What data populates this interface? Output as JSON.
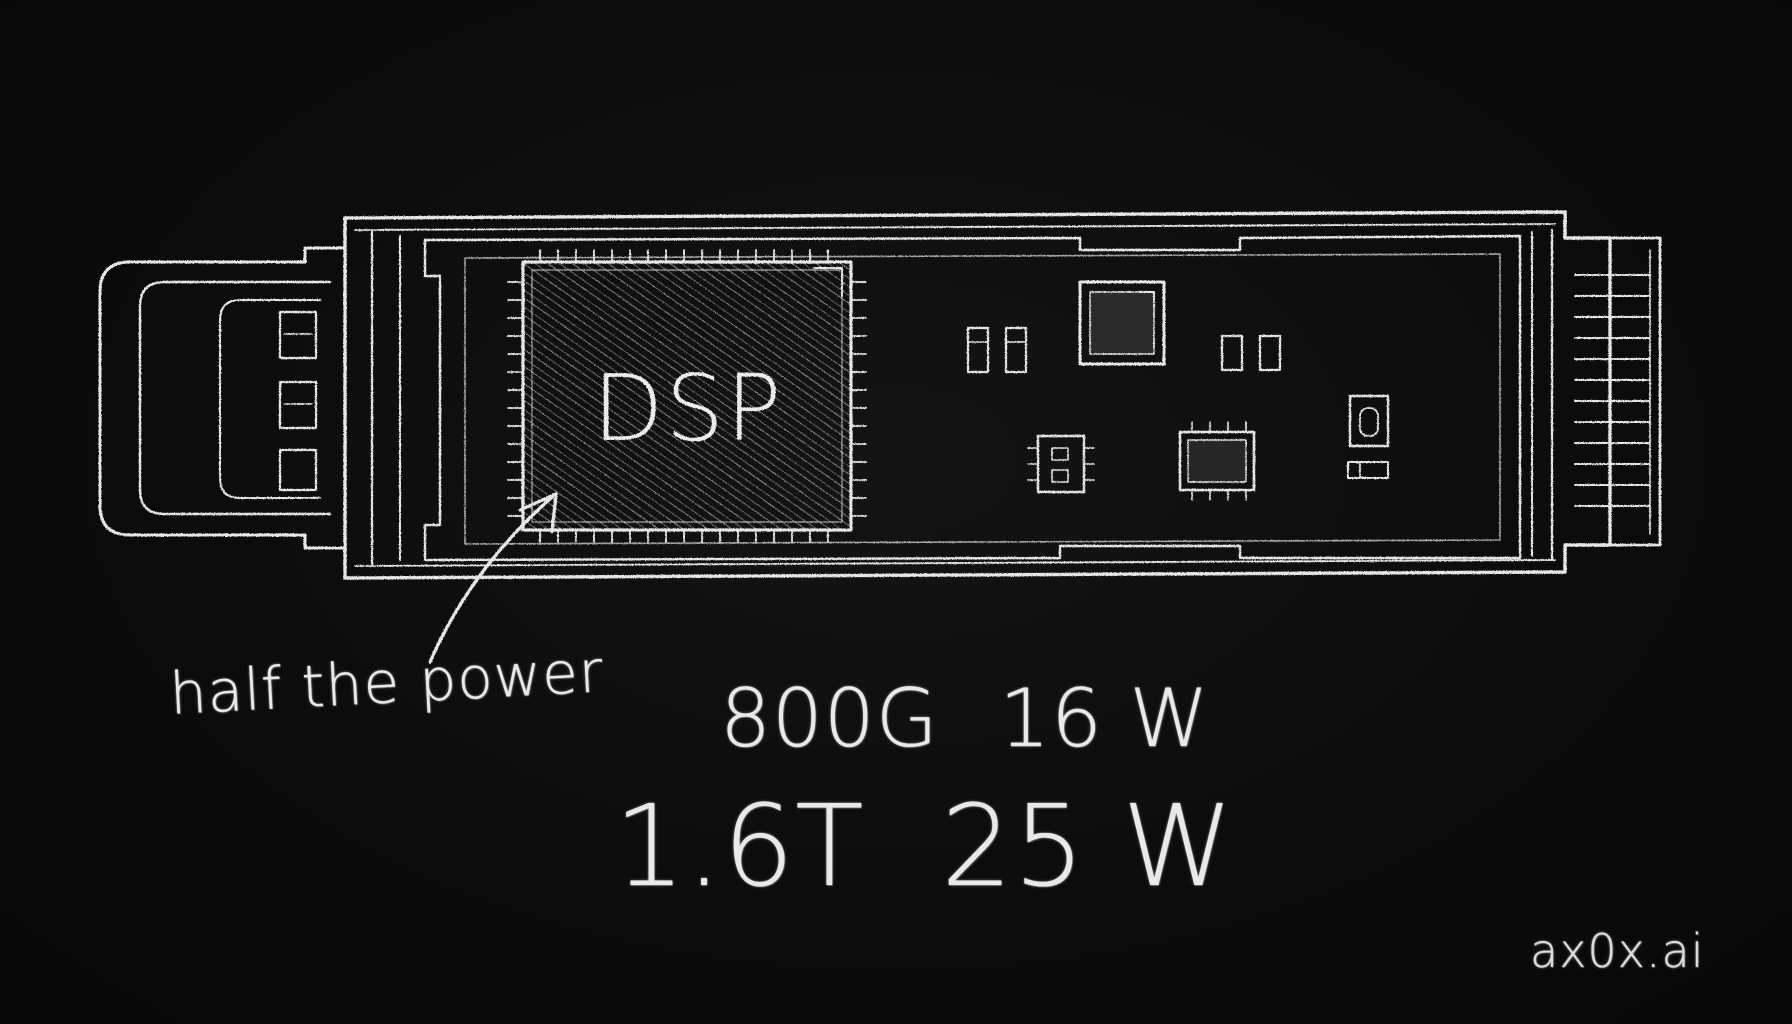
{
  "diagram": {
    "chip_label": "DSP",
    "annotation": "half the power",
    "specs": [
      {
        "speed": "800G",
        "power": "16 W"
      },
      {
        "speed": "1.6T",
        "power": "25 W"
      }
    ],
    "brand": "ax0x.ai"
  },
  "colors": {
    "background": "#0b0b0b",
    "chalk": "#e9e9e9"
  }
}
